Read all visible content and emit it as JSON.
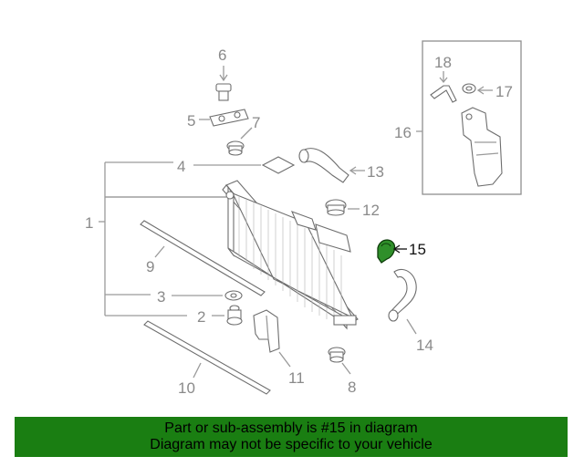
{
  "diagram": {
    "callouts": [
      "1",
      "2",
      "3",
      "4",
      "5",
      "6",
      "7",
      "8",
      "9",
      "10",
      "11",
      "12",
      "13",
      "14",
      "15",
      "16",
      "17",
      "18"
    ],
    "highlighted_part": "15",
    "highlight_color": "#2f8f2a"
  },
  "banner": {
    "line1": "Part or sub-assembly is #15 in diagram",
    "line2": "Diagram may not be specific to your vehicle",
    "color": "#1a7e12"
  }
}
